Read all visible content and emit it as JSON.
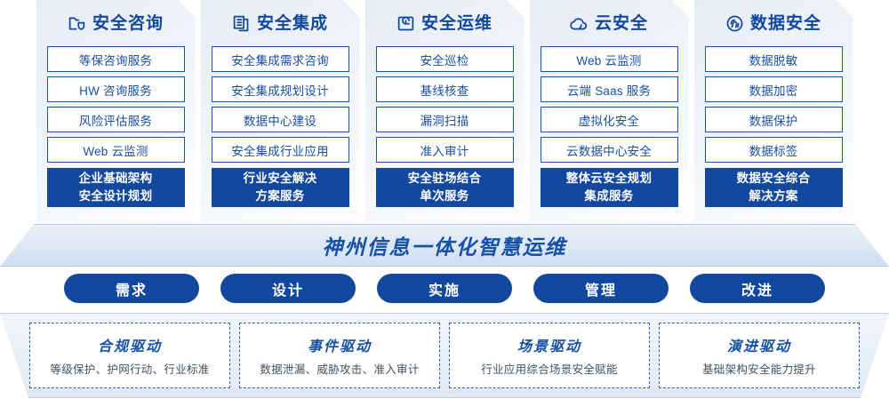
{
  "columns": [
    {
      "icon": "folder-shield-icon",
      "title": "安全咨询",
      "items": [
        "等保咨询服务",
        "HW 咨询服务",
        "风险评估服务",
        "Web 云监测"
      ],
      "summary_line1": "企业基础架构",
      "summary_line2": "安全设计规划"
    },
    {
      "icon": "documents-stack-icon",
      "title": "安全集成",
      "items": [
        "安全集成需求咨询",
        "安全集成规划设计",
        "数据中心建设",
        "安全集成行业应用"
      ],
      "summary_line1": "行业安全解决",
      "summary_line2": "方案服务"
    },
    {
      "icon": "monitor-chart-icon",
      "title": "安全运维",
      "items": [
        "安全巡检",
        "基线核查",
        "漏洞扫描",
        "准入审计"
      ],
      "summary_line1": "安全驻场结合",
      "summary_line2": "单次服务"
    },
    {
      "icon": "cloud-icon",
      "title": "云安全",
      "items": [
        "Web 云监测",
        "云端 Saas 服务",
        "虚拟化安全",
        "云数据中心安全"
      ],
      "summary_line1": "整体云安全规划",
      "summary_line2": "集成服务"
    },
    {
      "icon": "fingerprint-icon",
      "title": "数据安全",
      "items": [
        "数据脱敏",
        "数据加密",
        "数据保护",
        "数据标签"
      ],
      "summary_line1": "数据安全综合",
      "summary_line2": "解决方案"
    }
  ],
  "banner": {
    "title": "神州信息一体化智慧运维"
  },
  "phases": [
    {
      "label": "需求"
    },
    {
      "label": "设计"
    },
    {
      "label": "实施"
    },
    {
      "label": "管理"
    },
    {
      "label": "改进"
    }
  ],
  "drivers": [
    {
      "title": "合规驱动",
      "desc": "等级保护、护网行动、行业标准"
    },
    {
      "title": "事件驱动",
      "desc": "数据泄漏、威胁攻击、准入审计"
    },
    {
      "title": "场景驱动",
      "desc": "行业应用综合场景安全赋能"
    },
    {
      "title": "演进驱动",
      "desc": "基础架构安全能力提升"
    }
  ],
  "colors": {
    "brand_blue": "#11489e",
    "deep_blue": "#11479c",
    "item_border": "#1d56a6",
    "card_bg_start": "#e7edf6",
    "card_bg_end": "#fdfefe",
    "dashed_border": "#2a5fae",
    "text_gray": "#42505f"
  }
}
